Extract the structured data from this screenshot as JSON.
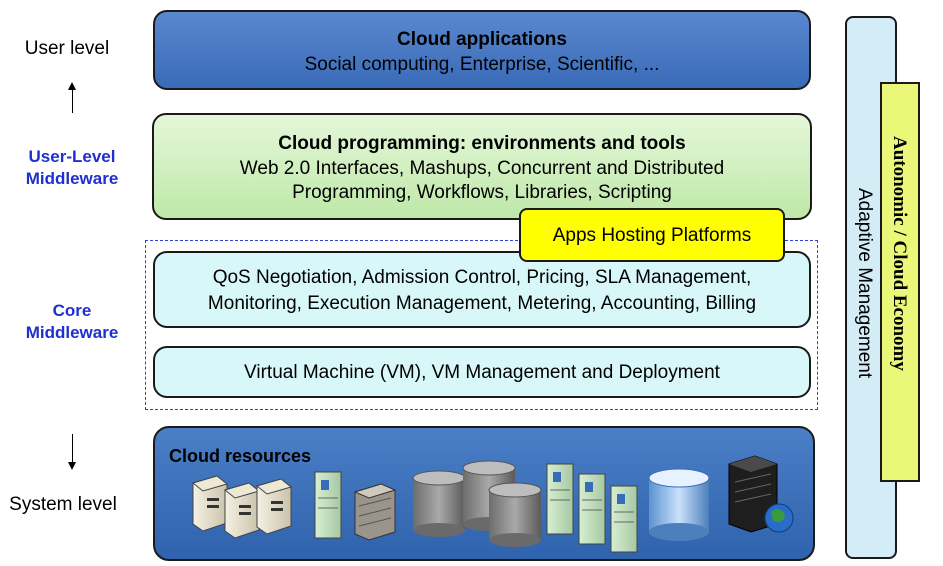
{
  "side": {
    "user_level": "User level",
    "user_middleware_line1": "User-Level",
    "user_middleware_line2": "Middleware",
    "core_middleware_line1": "Core",
    "core_middleware_line2": "Middleware",
    "system_level": "System level"
  },
  "layers": {
    "apps_title": "Cloud applications",
    "apps_body": "Social computing, Enterprise, Scientific, ...",
    "prog_title": "Cloud programming: environments and tools",
    "prog_body_line1": "Web 2.0 Interfaces, Mashups, Concurrent and Distributed",
    "prog_body_line2": "Programming, Workflows, Libraries, Scripting",
    "hosting": "Apps Hosting Platforms",
    "qos_line1": "QoS Negotiation, Admission Control, Pricing, SLA Management,",
    "qos_line2": "Monitoring, Execution Management, Metering, Accounting, Billing",
    "vm": "Virtual Machine (VM), VM Management and Deployment",
    "resources_title": "Cloud resources"
  },
  "right": {
    "adaptive": "Adaptive Management",
    "autonomic": "Autonomic / Cloud Economy"
  },
  "colors": {
    "apps_fill": "#4a7cc4",
    "prog_fill": "#d2f0c2",
    "core_fill": "#d8f7f9",
    "resources_fill": "#3a6db5",
    "hosting_fill": "#ffff00",
    "middleware_label": "#1f2fd0"
  },
  "icons": [
    "server-tower-icon",
    "rack-cabinet-icon",
    "storage-cylinder-icon",
    "server-unit-icon",
    "database-icon",
    "globe-server-icon"
  ]
}
